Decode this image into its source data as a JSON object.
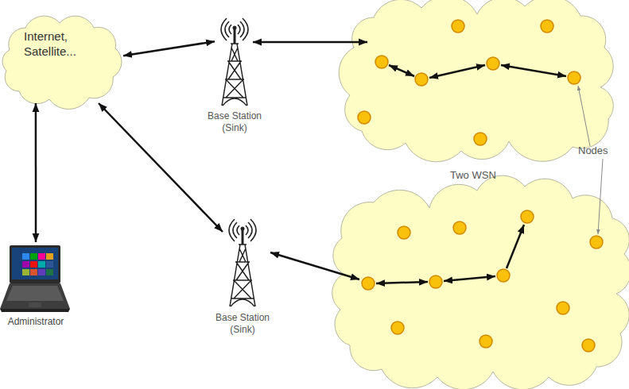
{
  "diagram": {
    "nodes": [
      {
        "text": [
          "Internet, Satellite..."
        ]
      },
      {
        "text": [
          "Base Station (Sink)"
        ]
      },
      {
        "text": [
          "Administrator"
        ]
      },
      {
        "text": [
          "Base Station (Sink)"
        ]
      }
    ],
    "edges": [
      {
        "from": 0,
        "to": 1,
        "arrow": "both"
      },
      {
        "from": 0,
        "to": 2,
        "arrow": "both"
      },
      {
        "from": 0,
        "to": 3,
        "arrow": "both"
      }
    ],
    "labels": [
      "Two WSN",
      "Nodes"
    ]
  }
}
